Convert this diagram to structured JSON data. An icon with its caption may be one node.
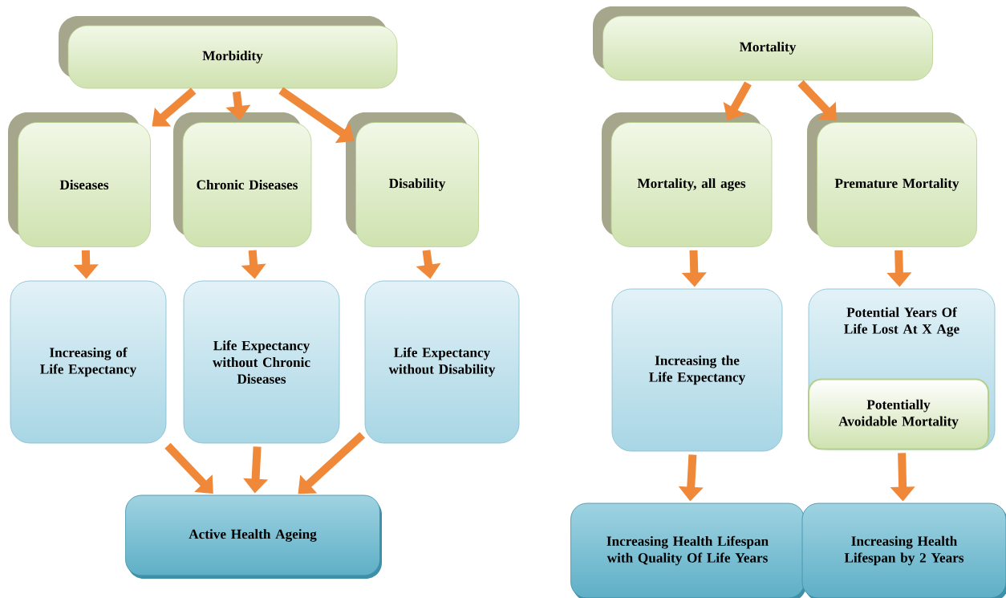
{
  "diagram": {
    "nodes": [
      {
        "text": [
          "Morbidity"
        ]
      },
      {
        "text": [
          "Diseases"
        ]
      },
      {
        "text": [
          "Chronic Diseases"
        ]
      },
      {
        "text": [
          "Disability"
        ]
      },
      {
        "text": [
          "Increasing of Life Expectancy"
        ]
      },
      {
        "text": [
          "Life Expectancy without Chronic Diseases"
        ]
      },
      {
        "text": [
          "Life Expectancy without Disability"
        ]
      },
      {
        "text": [
          "Active Health Ageing"
        ]
      },
      {
        "text": [
          "Mortality"
        ]
      },
      {
        "text": [
          "Mortality, all ages"
        ]
      },
      {
        "text": [
          "Premature Mortality"
        ]
      },
      {
        "text": [
          "Increasing the Life Expectancy"
        ]
      },
      {
        "text": [
          "Potential Years Of Life Lost At X Age"
        ]
      },
      {
        "text": [
          "Potentially Avoidable Mortality"
        ],
        "in": 12
      },
      {
        "text": [
          "Increasing Health Lifespan with Quality Of Life Years"
        ]
      },
      {
        "text": [
          "Increasing Health Lifespan by 2 Years"
        ]
      }
    ],
    "edges": [
      {
        "from": 0,
        "to": 1,
        "arrow": "to"
      },
      {
        "from": 0,
        "to": 2,
        "arrow": "to"
      },
      {
        "from": 0,
        "to": 3,
        "arrow": "to"
      },
      {
        "from": 1,
        "to": 4,
        "arrow": "to"
      },
      {
        "from": 2,
        "to": 5,
        "arrow": "to"
      },
      {
        "from": 3,
        "to": 6,
        "arrow": "to"
      },
      {
        "from": 4,
        "to": 7,
        "arrow": "to"
      },
      {
        "from": 5,
        "to": 7,
        "arrow": "to"
      },
      {
        "from": 6,
        "to": 7,
        "arrow": "to"
      },
      {
        "from": 8,
        "to": 9,
        "arrow": "to"
      },
      {
        "from": 8,
        "to": 10,
        "arrow": "to"
      },
      {
        "from": 9,
        "to": 11,
        "arrow": "to"
      },
      {
        "from": 10,
        "to": 12,
        "arrow": "to"
      },
      {
        "from": 11,
        "to": 14,
        "arrow": "to"
      },
      {
        "from": 12,
        "to": 15,
        "arrow": "to"
      }
    ]
  }
}
